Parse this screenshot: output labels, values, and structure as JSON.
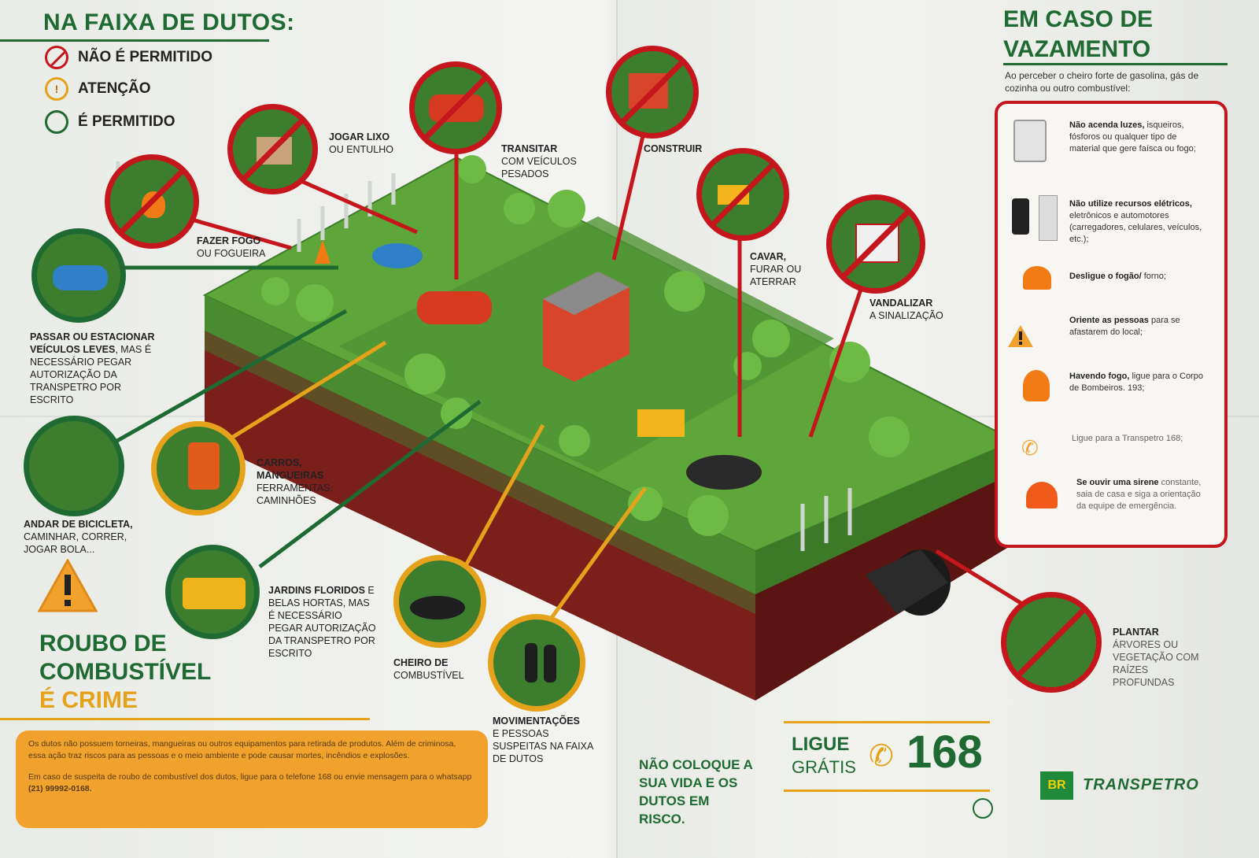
{
  "left": {
    "title": "NA FAIXA DE DUTOS:",
    "legend": [
      {
        "label": "NÃO É PERMITIDO",
        "color": "#c4161c",
        "icon": "prohibited-icon"
      },
      {
        "label": "ATENÇÃO",
        "color": "#e5a21a",
        "icon": "warning-icon"
      },
      {
        "label": "É PERMITIDO",
        "color": "#1f6a33",
        "icon": "allowed-icon"
      }
    ]
  },
  "labels": {
    "jogar_lixo": {
      "bold": "JOGAR LIXO",
      "rest": "OU ENTULHO"
    },
    "transitar": {
      "bold": "TRANSITAR",
      "rest": "COM VEÍCULOS PESADOS"
    },
    "construir": {
      "bold": "CONSTRUIR",
      "rest": ""
    },
    "fazer_fogo": {
      "bold": "FAZER FOGO",
      "rest": "OU FOGUEIRA"
    },
    "cavar": {
      "bold": "CAVAR,",
      "rest": "FURAR OU ATERRAR"
    },
    "vandalizar": {
      "bold": "VANDALIZAR",
      "rest": "A SINALIZAÇÃO"
    },
    "passar": {
      "bold": "PASSAR OU ESTACIONAR VEÍCULOS LEVES",
      "rest": ", MAS É NECESSÁRIO PEGAR AUTORIZAÇÃO DA TRANSPETRO POR ESCRITO"
    },
    "carros": {
      "bold": "CARROS, MANGUEIRAS",
      "rest": "FERRAMENTAS, CAMINHÕES"
    },
    "andar": {
      "bold": "ANDAR DE BICICLETA,",
      "rest": "CAMINHAR, CORRER, JOGAR BOLA..."
    },
    "jardins": {
      "bold": "JARDINS FLORIDOS",
      "rest": " E BELAS HORTAS, MAS É NECESSÁRIO PEGAR AUTORIZAÇÃO DA TRANSPETRO POR ESCRITO"
    },
    "cheiro": {
      "bold": "CHEIRO DE",
      "rest": "COMBUSTÍVEL"
    },
    "movimentacoes": {
      "bold": "MOVIMENTAÇÕES",
      "rest": "E PESSOAS SUSPEITAS NA FAIXA DE DUTOS"
    },
    "plantar": {
      "bold": "PLANTAR",
      "rest": "ÁRVORES OU VEGETAÇÃO COM RAÍZES PROFUNDAS"
    }
  },
  "roubo": {
    "line1": "ROUBO DE",
    "line2": "COMBUSTÍVEL",
    "line3": "É CRIME",
    "para1": "Os dutos não possuem torneiras, mangueiras ou outros equipamentos para retirada de produtos. Além de criminosa, essa ação traz riscos para as pessoas e o meio ambiente e pode causar mortes, incêndios e explosões.",
    "para2": "Em caso de suspeita de roubo de combustível dos dutos, ligue para o telefone 168 ou envie mensagem para o whatsapp ",
    "whatsapp": "(21) 99992-0168."
  },
  "right": {
    "title_line1": "EM CASO DE",
    "title_line2": "VAZAMENTO",
    "intro": "Ao perceber o cheiro forte de gasolina, gás de cozinha ou outro combustível:",
    "items": [
      {
        "bold": "Não acenda luzes,",
        "rest": "isqueiros, fósforos ou qualquer tipo de material que gere faísca ou fogo;",
        "icon": "light-switch-icon"
      },
      {
        "bold": "Não utilize recursos elétricos,",
        "rest": "eletrônicos e automotores (carregadores, celulares, veículos, etc.);",
        "icon": "phone-charger-icon"
      },
      {
        "bold": "Desligue o fogão/",
        "rest": "forno;",
        "icon": "stove-icon"
      },
      {
        "bold": "Oriente as pessoas",
        "rest": "para se afastarem do local;",
        "icon": "people-running-icon"
      },
      {
        "bold": "Havendo fogo,",
        "rest": "ligue para o Corpo de Bombeiros. 193;",
        "icon": "fire-icon"
      },
      {
        "bold": "",
        "rest": "Ligue para a Transpetro 168;",
        "icon": "phone-icon"
      },
      {
        "bold": "Se ouvir uma sirene",
        "rest": "constante, saia de casa e siga a orientação da equipe de emergência.",
        "icon": "siren-icon"
      }
    ]
  },
  "footer": {
    "slogan": "NÃO COLOQUE A SUA VIDA E OS DUTOS EM RISCO.",
    "ligue": "LIGUE",
    "gratis": "GRÁTIS",
    "number": "168",
    "brand_mark": "BR",
    "brand": "TRANSPETRO"
  },
  "colors": {
    "green": "#1f6a33",
    "red": "#c4161c",
    "orange": "#e5a21a",
    "grass": "#5fa63a",
    "soil": "#7a1f1a"
  }
}
